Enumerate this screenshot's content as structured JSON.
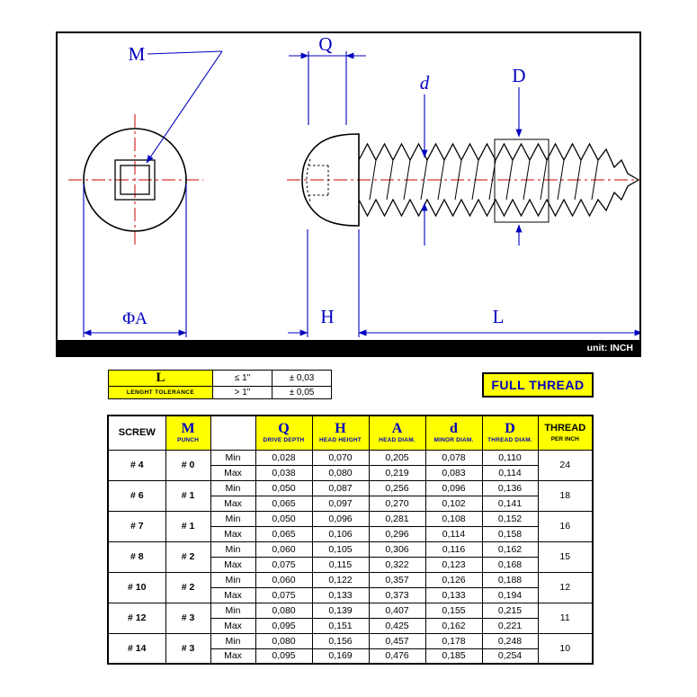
{
  "drawing": {
    "unit_note": "unit: INCH",
    "labels": {
      "m": "M",
      "q": "Q",
      "minor_diam": "d",
      "thread_diam": "D",
      "head_height": "H",
      "length": "L",
      "head_diam": "ΦA"
    },
    "colors": {
      "dimension_blue": "#0000bf",
      "centerline_red": "#cc0000",
      "outline_black": "#000000"
    }
  },
  "tolerance_table": {
    "symbol": "L",
    "title": "LENGHT TOLERANCE",
    "rows": [
      {
        "range": "≤ 1\"",
        "tol": "± 0,03"
      },
      {
        "range": "> 1\"",
        "tol": "± 0,05"
      }
    ]
  },
  "full_thread": "FULL THREAD",
  "spec_table": {
    "min_label": "Min",
    "max_label": "Max",
    "headers": {
      "screw": "SCREW",
      "punch_symbol": "M",
      "punch_sub": "PUNCH",
      "q_symbol": "Q",
      "q_sub": "DRIVE DEPTH",
      "h_symbol": "H",
      "h_sub": "HEAD HEIGHT",
      "a_symbol": "A",
      "a_sub": "HEAD DIAM.",
      "d_symbol": "d",
      "d_sub": "MINOR DIAM.",
      "dd_symbol": "D",
      "dd_sub": "THREAD DIAM.",
      "thread": "THREAD",
      "thread_sub": "PER INCH"
    },
    "rows": [
      {
        "screw": "# 4",
        "punch": "# 0",
        "min": [
          "0,028",
          "0,070",
          "0,205",
          "0,078",
          "0,110"
        ],
        "max": [
          "0,038",
          "0,080",
          "0,219",
          "0,083",
          "0,114"
        ],
        "thread_per_inch": "24"
      },
      {
        "screw": "# 6",
        "punch": "# 1",
        "min": [
          "0,050",
          "0,087",
          "0,256",
          "0,096",
          "0,136"
        ],
        "max": [
          "0,065",
          "0,097",
          "0,270",
          "0,102",
          "0,141"
        ],
        "thread_per_inch": "18"
      },
      {
        "screw": "# 7",
        "punch": "# 1",
        "min": [
          "0,050",
          "0,096",
          "0,281",
          "0,108",
          "0,152"
        ],
        "max": [
          "0,065",
          "0,106",
          "0,296",
          "0,114",
          "0,158"
        ],
        "thread_per_inch": "16"
      },
      {
        "screw": "# 8",
        "punch": "# 2",
        "min": [
          "0,060",
          "0,105",
          "0,306",
          "0,116",
          "0,162"
        ],
        "max": [
          "0,075",
          "0,115",
          "0,322",
          "0,123",
          "0,168"
        ],
        "thread_per_inch": "15"
      },
      {
        "screw": "# 10",
        "punch": "# 2",
        "min": [
          "0,060",
          "0,122",
          "0,357",
          "0,126",
          "0,188"
        ],
        "max": [
          "0,075",
          "0,133",
          "0,373",
          "0,133",
          "0,194"
        ],
        "thread_per_inch": "12"
      },
      {
        "screw": "# 12",
        "punch": "# 3",
        "min": [
          "0,080",
          "0,139",
          "0,407",
          "0,155",
          "0,215"
        ],
        "max": [
          "0,095",
          "0,151",
          "0,425",
          "0,162",
          "0,221"
        ],
        "thread_per_inch": "11"
      },
      {
        "screw": "# 14",
        "punch": "# 3",
        "min": [
          "0,080",
          "0,156",
          "0,457",
          "0,178",
          "0,248"
        ],
        "max": [
          "0,095",
          "0,169",
          "0,476",
          "0,185",
          "0,254"
        ],
        "thread_per_inch": "10"
      }
    ]
  }
}
